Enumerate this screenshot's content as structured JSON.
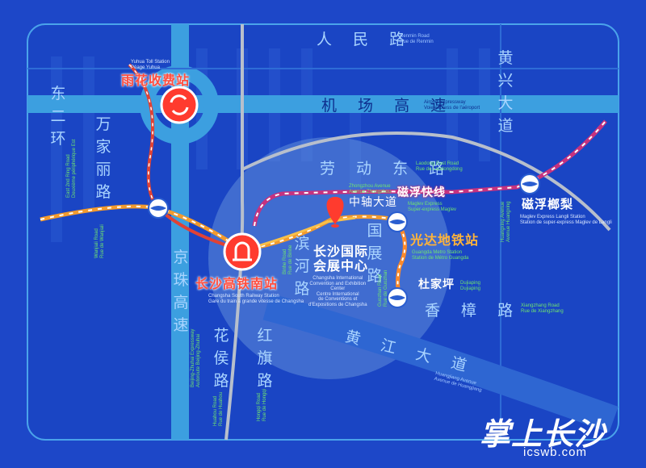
{
  "roads": {
    "renmin": {
      "zh": "人 民 路",
      "en": "Renmin Road\nRue de Renmin"
    },
    "airport": {
      "zh": "机 场 高 速",
      "en": "Airport Expressway\nVoie express de l'aéroport"
    },
    "laodong": {
      "zh": "劳 动 东 路",
      "en": "Laodong East Road\nRue de Laodongdong"
    },
    "zhongzhou": {
      "zh": "中轴大道",
      "en": "Zhongzhou Avenue\nAvenue Zhongzhou"
    },
    "xiangzhang": {
      "zh": "香 樟 路",
      "en": "Xiangzhang Road\nRue de Xiangzhang"
    },
    "huangjiang": {
      "zh": "黄 江 大 道",
      "en": "Huangjiang Avenue\nAvenue de Huangjiang"
    },
    "east2ring": {
      "zh": "东\n二\n环",
      "en": "East 2nd Ring Road\nDeuxième périphérique Est"
    },
    "wanjiali": {
      "zh": "万\n家\n丽\n路",
      "en": "Wanjiali Road\nRue de Wanjiali"
    },
    "jingzhu": {
      "zh": "京\n珠\n高\n速",
      "en": "Beijing-Zhuhai Expressway\nAutoroute Beijing-Zhuhai"
    },
    "huahou": {
      "zh": "花\n侯\n路",
      "en": "Huahou Road\nRue de Huahou"
    },
    "hongqi": {
      "zh": "红\n旗\n路",
      "en": "Hongqi Road\nRue de Hongqi"
    },
    "binhe": {
      "zh": "滨\n河\n路",
      "en": "Binhe Road\nRue de Binhe"
    },
    "guozhan": {
      "zh": "国\n展\n路",
      "en": "Guozhan Road\nRue de Guozhan"
    },
    "huangxing": {
      "zh": "黄\n兴\n大\n道",
      "en": "Huangxing Avenue\nAvenue Huangxing"
    }
  },
  "pois": {
    "toll": {
      "zh": "雨花收费站",
      "en": "Yuhua Toll Station\nPéage Yuhua"
    },
    "south_station": {
      "zh": "长沙高铁南站",
      "en": "Changsha South Railway Station\nGare du train à grande vitesse de Changsha"
    },
    "venue": {
      "line1": "长沙国际",
      "line2": "会展中心",
      "en": "Changsha International\nConvention and Exhibition\nCenter\nCentre International\nde Conventions et\nd'Expositions de Changsha"
    },
    "maglev": {
      "zh": "磁浮快线",
      "en": "Maglev Express\nSuper-express Maglev"
    },
    "guangda": {
      "zh": "光达地铁站",
      "en": "Guangda Metro Station\nStation de Métro Guangda"
    },
    "dujiaping": {
      "zh": "杜家坪",
      "en": "Dujiaping\nDujiaping"
    },
    "langli": {
      "zh": "磁浮榔梨",
      "en": "Maglev Express Langli Station\nStation de super-express Maglev de Langli"
    }
  },
  "branding": {
    "logo": "掌上长沙",
    "site": "icswb.com"
  },
  "colors": {
    "background": "#1d47c8",
    "road": "#3c9fe0",
    "rail_orange": "#f39b2d",
    "maglev": "#c6327f",
    "metro": "#ff8a2a",
    "label": "#a9d4ff",
    "highlight": "#ff4e3f"
  }
}
